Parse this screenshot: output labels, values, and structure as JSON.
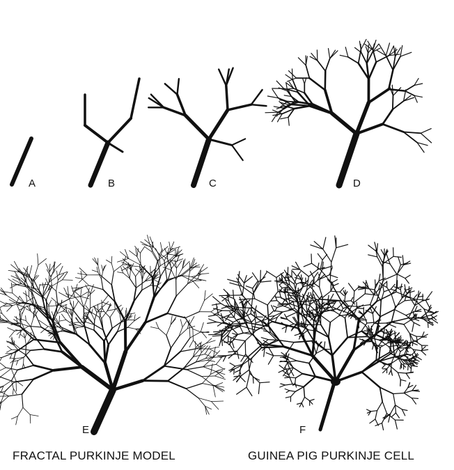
{
  "panels": [
    {
      "label": "A"
    },
    {
      "label": "B"
    },
    {
      "label": "C"
    },
    {
      "label": "D"
    },
    {
      "label": "E"
    },
    {
      "label": "F"
    }
  ],
  "captions": {
    "left": "FRACTAL PURKINJE MODEL",
    "right": "GUINEA PIG PURKINJE CELL"
  },
  "colors": {
    "ink": "#111111",
    "background": "#ffffff"
  }
}
